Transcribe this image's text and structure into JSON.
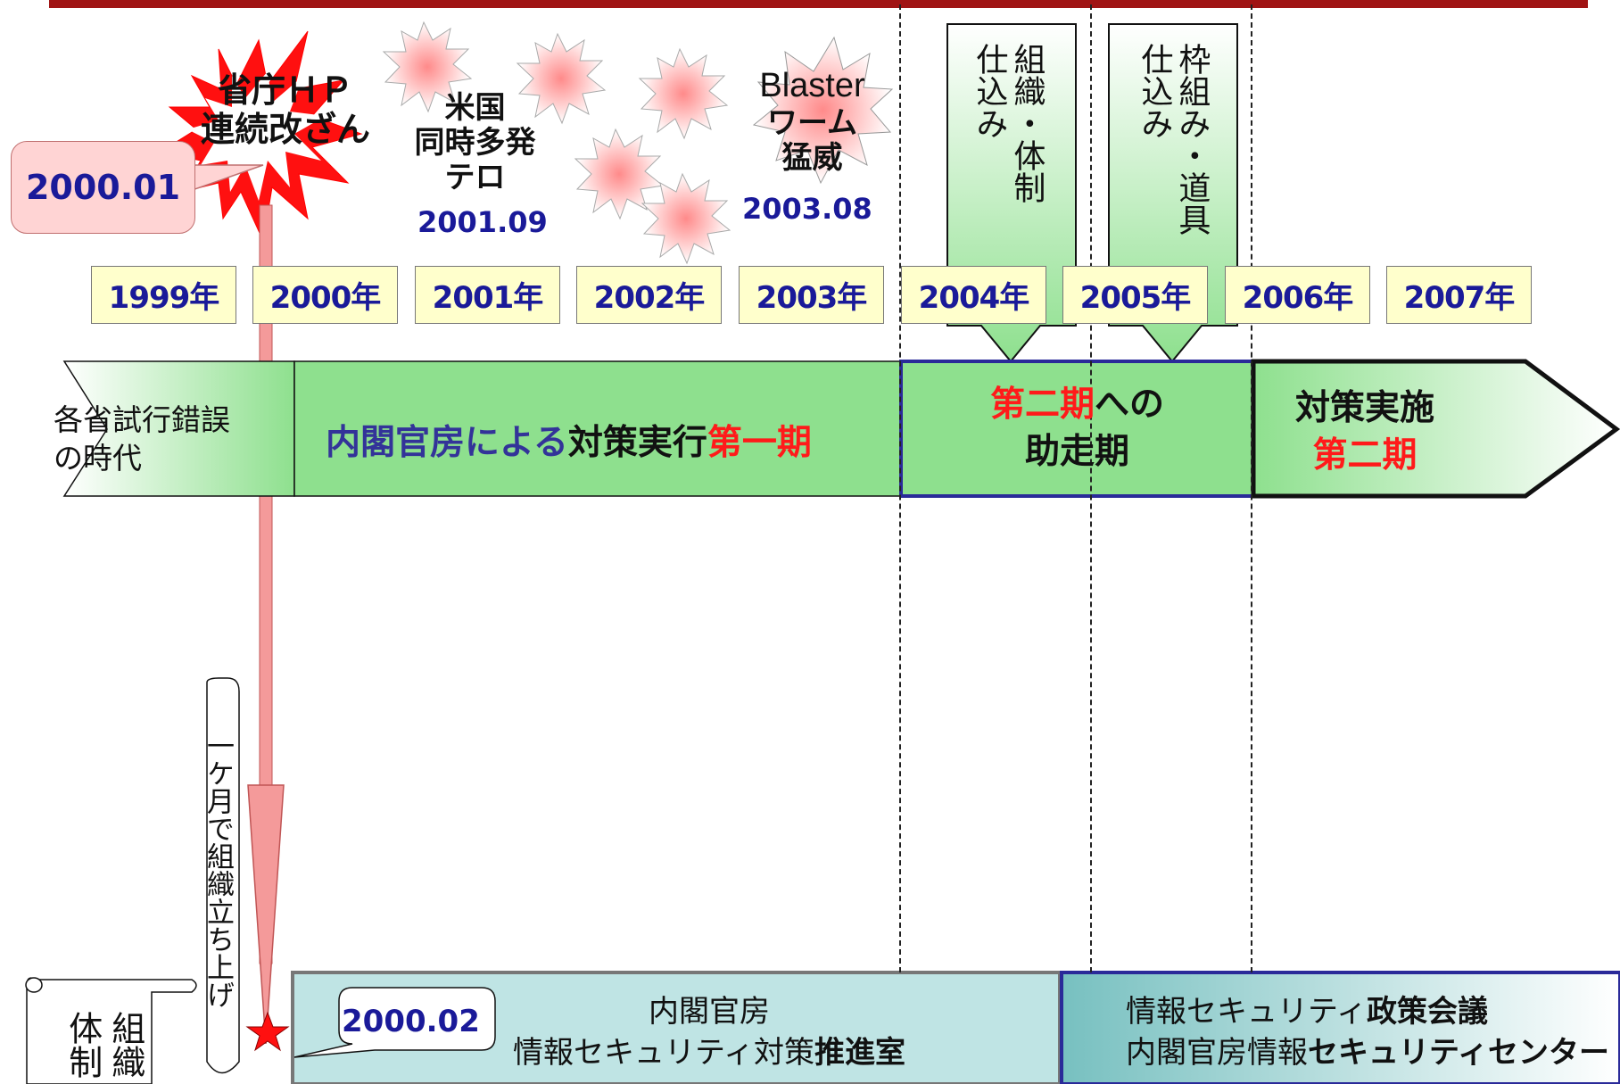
{
  "years": [
    "1999年",
    "2000年",
    "2001年",
    "2002年",
    "2003年",
    "2004年",
    "2005年",
    "2006年",
    "2007年"
  ],
  "events": {
    "hp_hack": {
      "line1": "省庁ＨＰ",
      "line2": "連続改ざん",
      "date": "2000.01"
    },
    "terror": {
      "line1": "米国",
      "line2": "同時多発",
      "line3": "テロ",
      "date": "2001.09"
    },
    "blaster": {
      "line1": "Blaster",
      "line2": "ワーム",
      "line3": "猛威",
      "date": "2003.08"
    }
  },
  "prep": {
    "org": {
      "col1": "組織・体制",
      "col2": "仕込み"
    },
    "tools": {
      "col1": "枠組み・道具",
      "col2": "仕込み"
    }
  },
  "phases": {
    "trial": {
      "line1": "各省試行錯誤",
      "line2": "の時代"
    },
    "phase1": {
      "part1": "内閣官房による",
      "part2": "対策実行",
      "part3": "第一期"
    },
    "runup": {
      "part1": "第二期",
      "part2": "への",
      "line2": "助走期"
    },
    "phase2": {
      "line1": "対策実施",
      "line2": "第二期"
    }
  },
  "vertical_note": "一ケ月で組織立ち上げ",
  "org_label": {
    "col1": "組織",
    "col2": "体制"
  },
  "org_bars": {
    "callout_date": "2000.02",
    "left": {
      "line1": "内閣官房",
      "line2_normal": "情報セキュリティ対策",
      "line2_bold": "推進室"
    },
    "right": {
      "line1_normal": "情報セキュリティ",
      "line1_bold": "政策会議",
      "line2_normal": "内閣官房情報",
      "line2_bold": "セキュリティセンター"
    }
  },
  "colors": {
    "accent_red": "#ff1a1a",
    "navy": "#1a1a99",
    "green": "#8ee08e",
    "year_fill": "#ffffcc",
    "timeline_pink": "#f49a9a"
  }
}
